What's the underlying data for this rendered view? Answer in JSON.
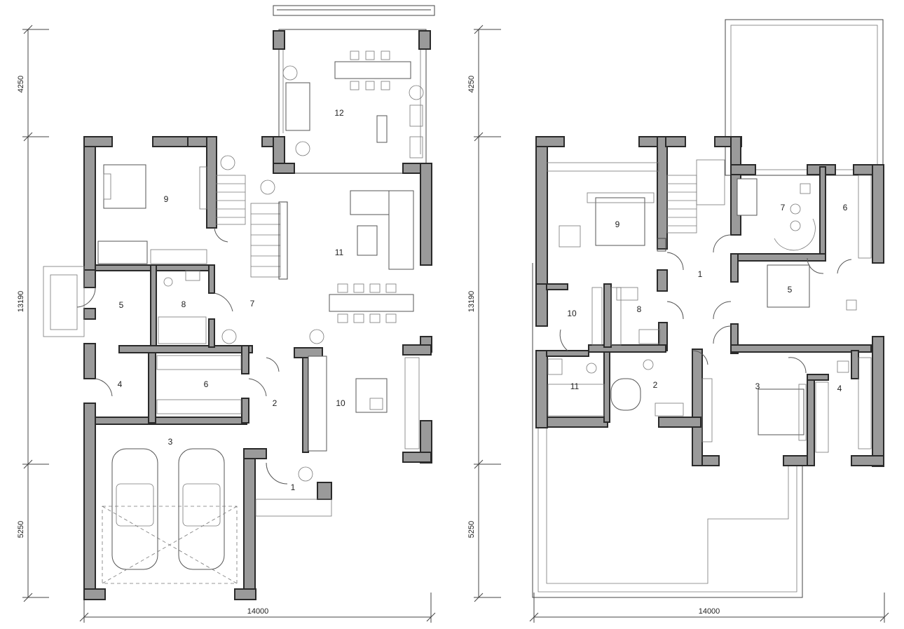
{
  "ground_floor": {
    "rooms": [
      "1",
      "2",
      "3",
      "4",
      "5",
      "6",
      "7",
      "8",
      "9",
      "10",
      "11",
      "12"
    ],
    "dimensions": {
      "width": "14000",
      "height_top": "4250",
      "height_middle": "13190",
      "height_bottom": "5250"
    }
  },
  "upper_floor": {
    "rooms": [
      "1",
      "2",
      "3",
      "4",
      "5",
      "6",
      "7",
      "8",
      "9",
      "10",
      "11"
    ],
    "dimensions": {
      "width": "14000",
      "height_top": "4250",
      "height_middle": "13190",
      "height_bottom": "5250"
    }
  },
  "colors": {
    "wall_fill": "#9a9a9a",
    "line": "#444444",
    "background": "#ffffff"
  }
}
